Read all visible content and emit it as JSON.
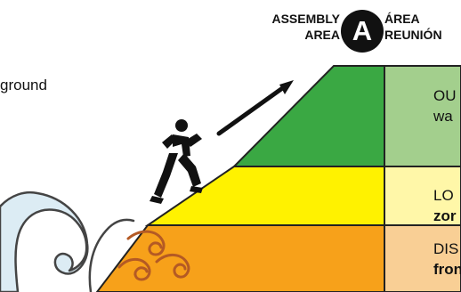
{
  "header": {
    "assembly_line1": "ASSEMBLY",
    "assembly_line2": "AREA",
    "reunion_line1": "ÁREA",
    "reunion_line2": "REUNIÓN",
    "badge_letter": "A"
  },
  "left_fragment": {
    "text": "ground"
  },
  "zones": [
    {
      "line1": "OU",
      "line2": "wa",
      "fill": "#3aa843",
      "label_fill": "#a3cf8d"
    },
    {
      "line1": "LO",
      "line2": "zor",
      "fill": "#fff200",
      "label_fill": "#fff7a8"
    },
    {
      "line1": "DIS",
      "line2": "fron",
      "fill": "#f7a11a",
      "label_fill": "#f9cf95"
    }
  ],
  "colors": {
    "outline": "#222222",
    "wave_fill": "#dcecf4",
    "wave_stroke": "#444444",
    "arrow": "#111111",
    "person": "#111111",
    "badge": "#111111"
  },
  "icons": {
    "person": "running-person-icon",
    "arrow": "evacuation-arrow-icon",
    "wave": "tsunami-wave-icon",
    "badge": "assembly-area-badge-icon"
  }
}
